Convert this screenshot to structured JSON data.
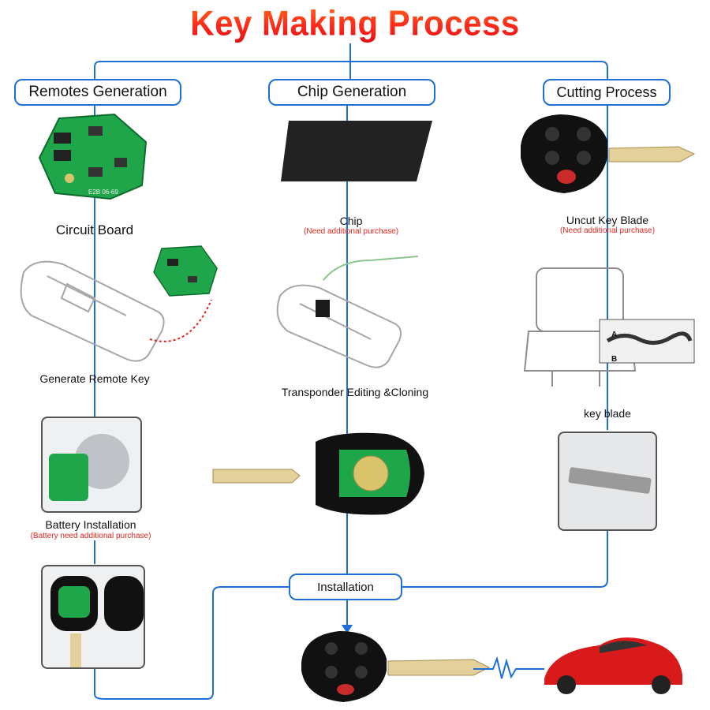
{
  "title": "Key Making Process",
  "columns": {
    "remotes": {
      "heading": "Remotes Generation",
      "step1": "Circuit Board",
      "step2": "Generate Remote Key",
      "step3": "Battery Installation",
      "step3_note": "(Battery need additional purchase)"
    },
    "chip": {
      "heading": "Chip Generation",
      "step1": "Chip",
      "step1_note": "(Need additional purchase)",
      "step2": "Transponder Editing &Cloning"
    },
    "cutting": {
      "heading": "Cutting Process",
      "step1": "Uncut Key  Blade",
      "step1_note": "(Need additional purchase)",
      "step2": "key blade",
      "graph_labels": [
        "A",
        "B"
      ]
    }
  },
  "installation": "Installation",
  "pcb_print": "E2B 06-69",
  "colors": {
    "accent_blue": "#1f6fd8",
    "title_red": "#ff2a1a",
    "note_red": "#e0251b",
    "pcb_green": "#1fa64a"
  }
}
